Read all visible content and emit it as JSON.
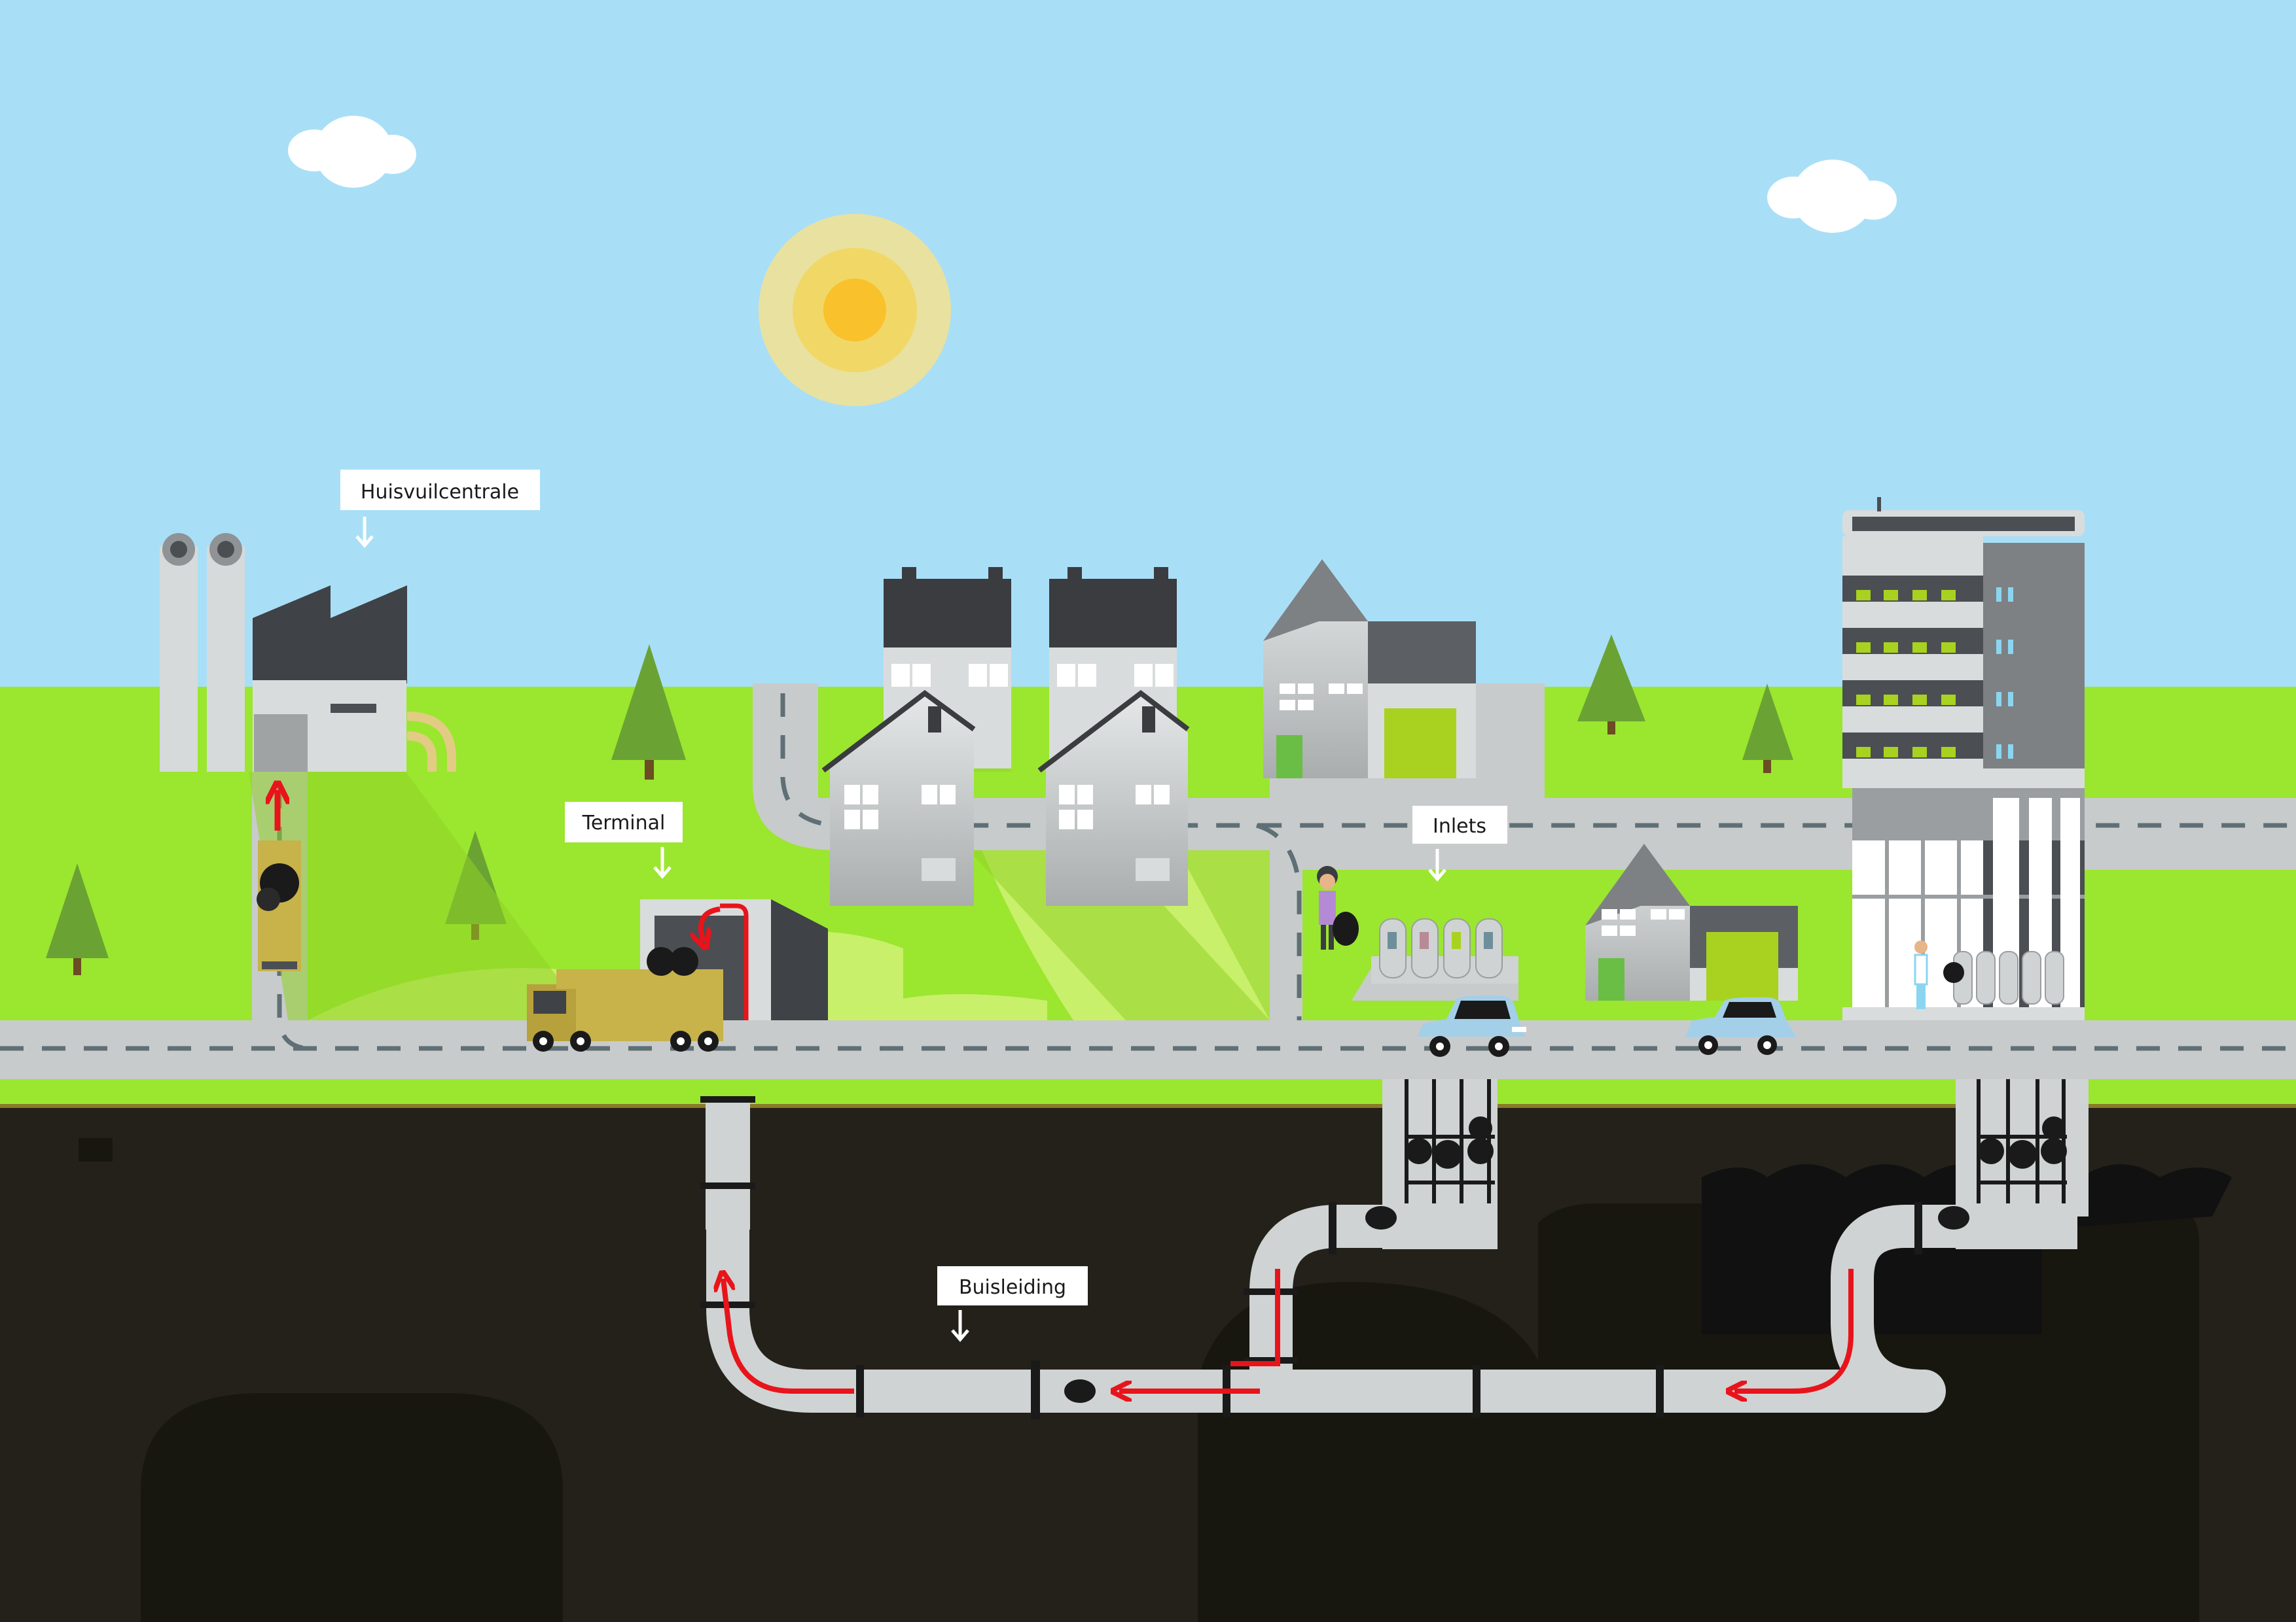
{
  "labels": {
    "huisvuilcentrale": "Huisvuilcentrale",
    "terminal": "Terminal",
    "inlets": "Inlets",
    "buisleiding": "Buisleiding"
  },
  "colors": {
    "sky": "#a8dff7",
    "grass": "#9be62f",
    "light_grass": "#c9f06a",
    "road": "#c8cbcb",
    "road_dash": "#5f6f76",
    "underground": "#23211a",
    "underground_dark": "#17160f",
    "pipe": "#cfd3d3",
    "flow_arrow": "#e8141b",
    "sun_outer": "#e8e1a0",
    "sun_mid": "#f1d866",
    "sun_core": "#f9c12b",
    "truck": "#c8b24a",
    "tree": "#6aa333",
    "building_light": "#d9dcdc",
    "building_dark": "#4b4e52",
    "car": "#a4cfe8"
  },
  "icons": [
    "sun-icon",
    "cloud-icon",
    "tree-icon",
    "truck-icon",
    "car-icon",
    "person-icon",
    "garbage-bag-icon",
    "arrow-down-icon"
  ]
}
